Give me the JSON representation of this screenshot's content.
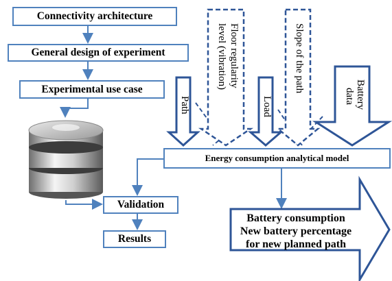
{
  "boxes": {
    "connectivity": "Connectivity architecture",
    "general_design": "General design of experiment",
    "use_case": "Experimental use case",
    "validation": "Validation",
    "results": "Results",
    "model": "Energy consumption analytical model"
  },
  "inputs": {
    "path": "Path",
    "floor_line1": "Floor regularity",
    "floor_line2": "level (vibration)",
    "load": "Load",
    "slope": "Slope of the path",
    "battery_line1": "Battery",
    "battery_line2": "data"
  },
  "output": {
    "line1": "Battery consumption",
    "line2": "New battery percentage",
    "line3": "for new planned path"
  },
  "colors": {
    "accent": "#4f81bd",
    "arrow_outline": "#2e5597"
  }
}
